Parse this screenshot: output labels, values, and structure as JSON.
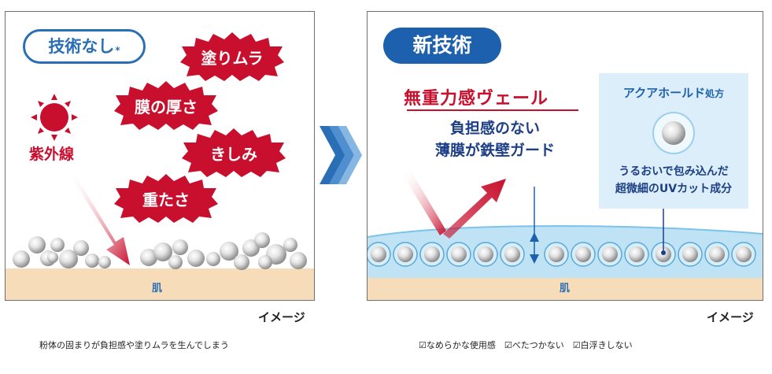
{
  "left_panel": {
    "badge": "技術なし",
    "badge_mark": "*",
    "bursts": [
      "塗りムラ",
      "膜の厚さ",
      "きしみ",
      "重たさ"
    ],
    "uv_label": "紫外線",
    "skin_label": "肌",
    "image_caption": "イメージ",
    "footnote": "粉体の固まりが負担感や塗りムラを生んでしまう"
  },
  "right_panel": {
    "badge": "新技術",
    "veil_title": "無重力感ヴェール",
    "veil_sub_1": "負担感のない",
    "veil_sub_2": "薄膜が鉄壁ガード",
    "aqua_title": "アクアホールド",
    "aqua_title_suffix": "処方",
    "aqua_desc_1": "うるおいで包み込んだ",
    "aqua_desc_2": "超微細のUVカット成分",
    "skin_label": "肌",
    "image_caption": "イメージ",
    "footnote": "☑なめらかな使用感　☑べたつかない　☑白浮きしない"
  },
  "colors": {
    "accent_blue": "#1d60ad",
    "accent_red": "#c8102e",
    "skin": "#f6dcb9",
    "veil": "#bfe3f5"
  }
}
